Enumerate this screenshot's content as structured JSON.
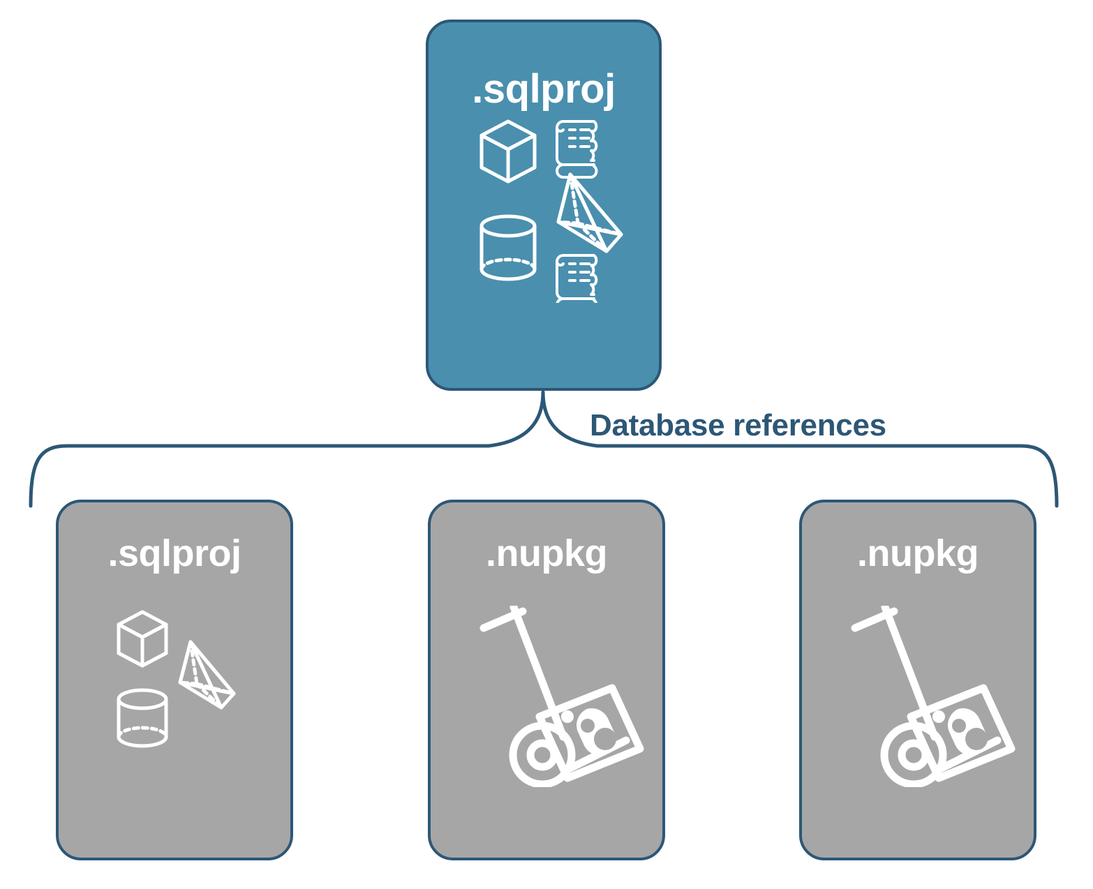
{
  "diagram": {
    "title_text_top": ".sqlproj",
    "connector_label": "Database references",
    "colors": {
      "primary_fill": "#4A8FAE",
      "secondary_fill": "#A6A6A6",
      "stroke": "#2D5776",
      "icon": "#FFFFFF",
      "label_text": "#2D5776",
      "background": "#FFFFFF"
    },
    "nodes": [
      {
        "id": "top",
        "label": ".sqlproj",
        "style": "primary",
        "icons": [
          "cube-icon",
          "scroll-icon",
          "pyramid-icon",
          "cylinder-icon",
          "scroll-icon"
        ]
      },
      {
        "id": "ref-1",
        "label": ".sqlproj",
        "style": "secondary",
        "icons": [
          "cube-icon",
          "pyramid-icon",
          "cylinder-icon"
        ]
      },
      {
        "id": "ref-2",
        "label": ".nupkg",
        "style": "secondary",
        "icons": [
          "hand-truck-package-icon"
        ]
      },
      {
        "id": "ref-3",
        "label": ".nupkg",
        "style": "secondary",
        "icons": [
          "hand-truck-package-icon"
        ]
      }
    ]
  }
}
